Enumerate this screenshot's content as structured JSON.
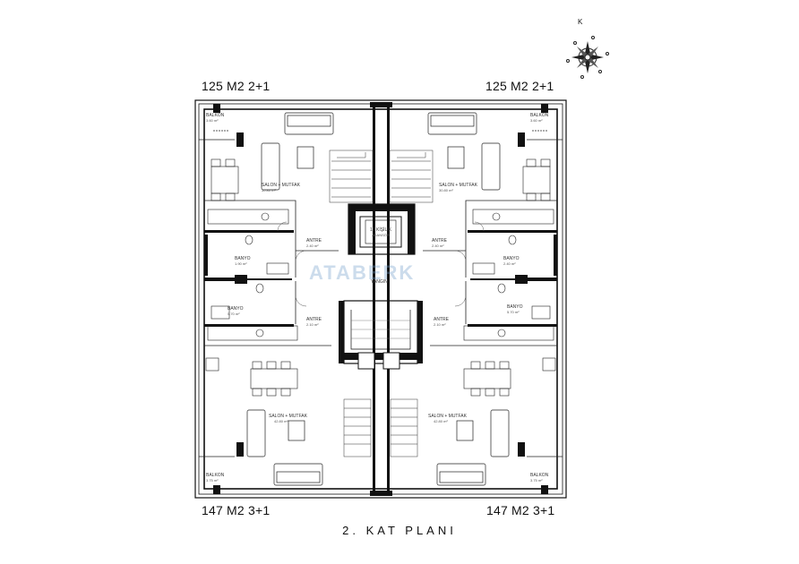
{
  "compass": {
    "north_letter": "K",
    "icon": "compass-rose-icon"
  },
  "corner_labels": {
    "top_left": "125 M2 2+1",
    "top_right": "125 M2 2+1",
    "bottom_left": "147 M2 3+1",
    "bottom_right": "147 M2 3+1"
  },
  "plan_title": "2. KAT PLANI",
  "watermark": "ATABERK",
  "rooms": {
    "balkon_tl": {
      "name": "BALKON",
      "area": "3.60 m²"
    },
    "balkon_tr": {
      "name": "BALKON",
      "area": "3.60 m²"
    },
    "salon_tl": {
      "name": "SALON + MUTFAK",
      "area": "30.80 m²"
    },
    "salon_tr": {
      "name": "SALON + MUTFAK",
      "area": "30.80 m²"
    },
    "antre_tl": {
      "name": "ANTRE",
      "area": "2.40 m²"
    },
    "antre_tr": {
      "name": "ANTRE",
      "area": "2.40 m²"
    },
    "banyo_tl": {
      "name": "BANYO",
      "area": "1.90 m²"
    },
    "banyo_tr": {
      "name": "BANYO",
      "area": "2.40 m²"
    },
    "banyo_bl": {
      "name": "BANYO",
      "area": "5.70 m²"
    },
    "banyo_br": {
      "name": "BANYO",
      "area": "5.70 m²"
    },
    "antre_bl": {
      "name": "ANTRE",
      "area": "2.10 m²"
    },
    "antre_br": {
      "name": "ANTRE",
      "area": "2.10 m²"
    },
    "salon_bl": {
      "name": "SALON + MUTFAK",
      "area": "42.80 m²"
    },
    "salon_br": {
      "name": "SALON + MUTFAK",
      "area": "42.80 m²"
    },
    "balkon_bl": {
      "name": "BALKON",
      "area": "3.75 m²"
    },
    "balkon_br": {
      "name": "BALKON",
      "area": "3.75 m²"
    },
    "asansor": {
      "name": "10 KİŞİLİK",
      "area": "ASANSÖR"
    },
    "kuyu": {
      "name": "YANGIN",
      "area": ""
    }
  }
}
